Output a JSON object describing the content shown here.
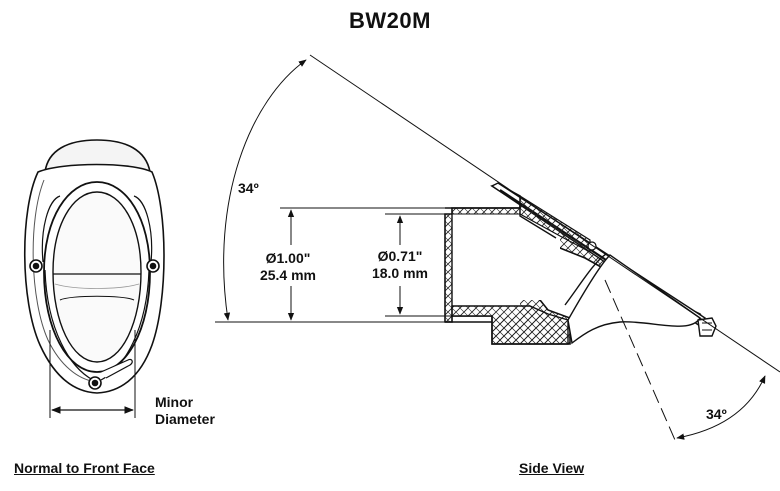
{
  "title": "BW20M",
  "captions": {
    "front": "Normal to Front Face",
    "side": "Side View"
  },
  "dimensions": {
    "outer_diameter_in": "Ø1.00\"",
    "outer_diameter_mm": "25.4 mm",
    "inner_diameter_in": "Ø0.71\"",
    "inner_diameter_mm": "18.0 mm",
    "angle_top": "34º",
    "angle_bottom": "34º",
    "minor_diameter_line1": "Minor",
    "minor_diameter_line2": "Diameter"
  }
}
